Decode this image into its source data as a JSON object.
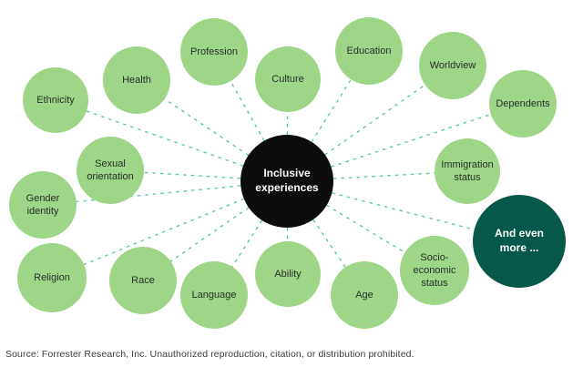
{
  "diagram": {
    "nodes": [
      {
        "label": "Ethnicity"
      },
      {
        "label": "Health"
      },
      {
        "label": "Profession"
      },
      {
        "label": "Culture"
      },
      {
        "label": "Education"
      },
      {
        "label": "Worldview"
      },
      {
        "label": "Dependents"
      },
      {
        "label": "Sexual orientation"
      },
      {
        "label": "Immigration status"
      },
      {
        "label": "Gender identity"
      },
      {
        "label": "Religion"
      },
      {
        "label": "Race"
      },
      {
        "label": "Language"
      },
      {
        "label": "Ability"
      },
      {
        "label": "Age"
      },
      {
        "label": "Socio-economic status"
      }
    ],
    "more_node": {
      "label": "And even more ..."
    },
    "center": {
      "label": "Inclusive experiences"
    },
    "colors": {
      "light_green": "#9DD686",
      "dark_green": "#06594A",
      "center_black": "#0C0C0C",
      "connector": "#5FC99B",
      "label_color": "#2D2D2D",
      "source_color": "#3C3C3C"
    }
  },
  "footer": {
    "source": "Source: Forrester Research, Inc. Unauthorized reproduction, citation, or distribution prohibited."
  }
}
